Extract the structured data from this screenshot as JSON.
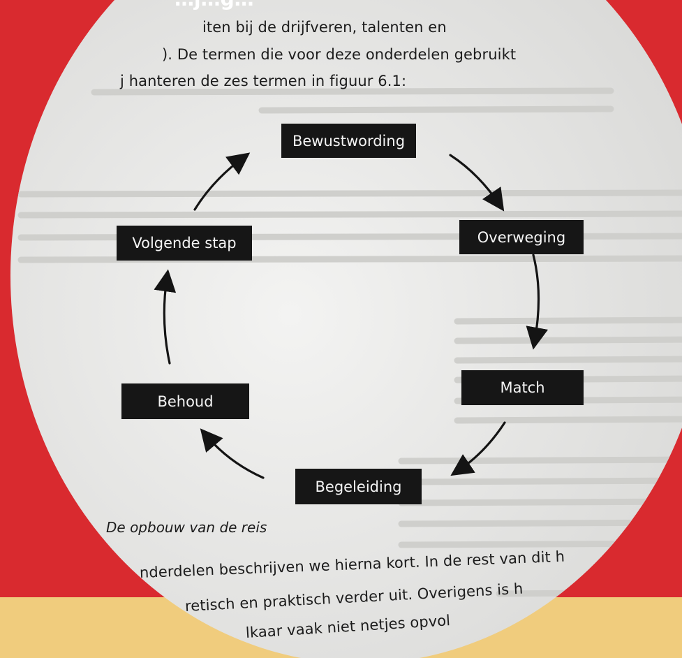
{
  "header": {
    "title_fragment": "…j…g…"
  },
  "top_text": {
    "line1": "iten bij de drijfveren, talenten en",
    "line2": "). De termen die voor deze onderdelen gebruikt",
    "line3": "j hanteren de zes termen in figuur 6.1:"
  },
  "diagram": {
    "nodes": {
      "bewustwording": "Bewustwording",
      "overweging": "Overweging",
      "match": "Match",
      "begeleiding": "Begeleiding",
      "behoud": "Behoud",
      "volgende_stap": "Volgende stap"
    },
    "caption": "De opbouw van de reis"
  },
  "bottom_text": {
    "line1": "nderdelen beschrijven we hierna kort. In de rest van dit h",
    "line2": "retisch en praktisch verder uit. Overigens is h",
    "line3": "lkaar vaak niet netjes opvol"
  },
  "colors": {
    "background_red": "#d92a2f",
    "band_yellow": "#f0cc7d",
    "paper": "#ededeb",
    "node_fill": "#161616"
  }
}
